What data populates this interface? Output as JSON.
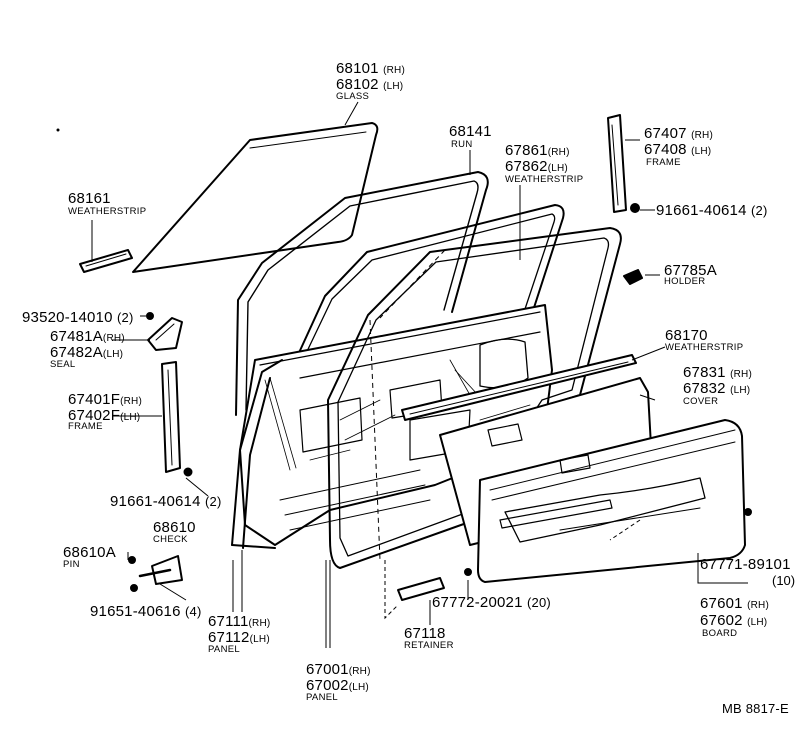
{
  "labels": {
    "glass_rh": "68101",
    "glass_rh_side": "(RH)",
    "glass_lh": "68102",
    "glass_lh_side": "(LH)",
    "glass_desc": "GLASS",
    "run_no": "68141",
    "run_desc": "RUN",
    "ws_rh": "67861",
    "ws_rh_side": "(RH)",
    "ws_lh": "67862",
    "ws_lh_side": "(LH)",
    "ws_desc": "WEATHERSTRIP",
    "frame_rh": "67407",
    "frame_rh_side": "(RH)",
    "frame_lh": "67408",
    "frame_lh_side": "(LH)",
    "frame_desc": "FRAME",
    "bolt_top": "91661-40614",
    "bolt_top_qty": "(2)",
    "holder_no": "67785A",
    "holder_desc": "HOLDER",
    "ws2_no": "68161",
    "ws2_desc": "WEATHERSTRIP",
    "screw_no": "93520-14010",
    "screw_qty": "(2)",
    "seal_rh": "67481A",
    "seal_rh_side": "(RH)",
    "seal_lh": "67482A",
    "seal_lh_side": "(LH)",
    "seal_desc": "SEAL",
    "ws3_no": "68170",
    "ws3_desc": "WEATHERSTRIP",
    "cover_rh": "67831",
    "cover_rh_side": "(RH)",
    "cover_lh": "67832",
    "cover_lh_side": "(LH)",
    "cover_desc": "COVER",
    "lframe_rh": "67401F",
    "lframe_rh_side": "(RH)",
    "lframe_lh": "67402F",
    "lframe_lh_side": "(LH)",
    "lframe_desc": "FRAME",
    "bolt_mid": "91661-40614",
    "bolt_mid_qty": "(2)",
    "check_no": "68610",
    "check_desc": "CHECK",
    "pin_no": "68610A",
    "pin_desc": "PIN",
    "bolt_low": "91651-40616",
    "bolt_low_qty": "(4)",
    "panel_rh": "67111",
    "panel_rh_side": "(RH)",
    "panel_lh": "67112",
    "panel_lh_side": "(LH)",
    "panel_desc": "PANEL",
    "ret_no": "67118",
    "ret_desc": "RETAINER",
    "clip_no": "67772-20021",
    "clip_qty": "(20)",
    "clip2_no": "67771-89101",
    "clip2_qty": "(10)",
    "board_rh": "67601",
    "board_rh_side": "(RH)",
    "board_lh": "67602",
    "board_lh_side": "(LH)",
    "board_desc": "BOARD",
    "outer_rh": "67001",
    "outer_rh_side": "(RH)",
    "outer_lh": "67002",
    "outer_lh_side": "(LH)",
    "outer_desc": "PANEL",
    "figure_ref": "MB 8817-E"
  }
}
